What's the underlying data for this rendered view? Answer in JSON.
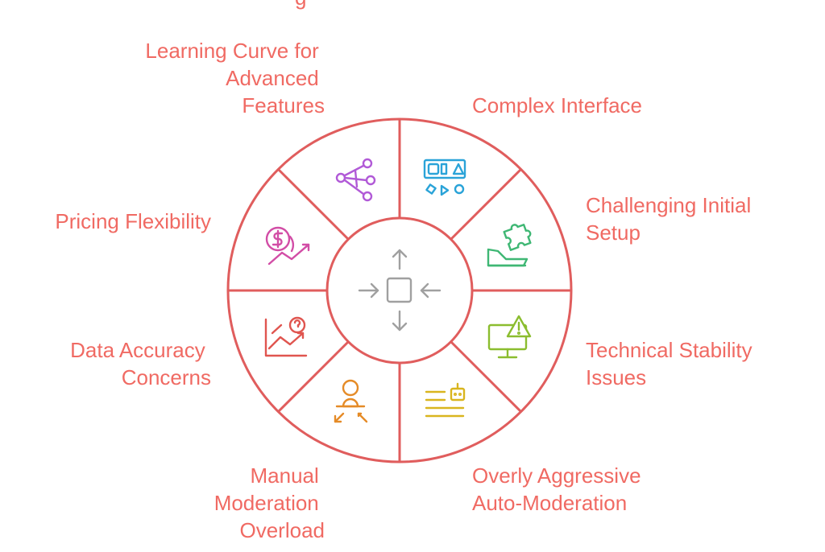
{
  "title_partial": "g",
  "colors": {
    "wheel": "#e05d5d",
    "label": "#f06a63",
    "center_icon": "#a0a0a0"
  },
  "center": {
    "icon": "arrows-converging-to-square-icon"
  },
  "segments": [
    {
      "id": "learning-curve",
      "label_lines": [
        "Learning Curve for",
        "Advanced",
        "Features"
      ],
      "icon": "network-share-icon",
      "color": "#b15ad7"
    },
    {
      "id": "complex-interface",
      "label_lines": [
        "Complex Interface"
      ],
      "icon": "shapes-panel-icon",
      "color": "#2aa3d8"
    },
    {
      "id": "initial-setup",
      "label_lines": [
        "Challenging Initial",
        "Setup"
      ],
      "icon": "puzzle-hand-icon",
      "color": "#3fb774"
    },
    {
      "id": "technical-stability",
      "label_lines": [
        "Technical Stability",
        "Issues"
      ],
      "icon": "monitor-warning-icon",
      "color": "#8bbd2f"
    },
    {
      "id": "auto-moderation",
      "label_lines": [
        "Overly Aggressive",
        "Auto-Moderation"
      ],
      "icon": "bot-text-icon",
      "color": "#d9b51e"
    },
    {
      "id": "manual-moderation",
      "label_lines": [
        "Manual",
        "Moderation",
        "Overload"
      ],
      "icon": "person-pressure-icon",
      "color": "#e58b27"
    },
    {
      "id": "data-accuracy",
      "label_lines": [
        "Data Accuracy",
        "Concerns"
      ],
      "icon": "chart-question-icon",
      "color": "#e0554f"
    },
    {
      "id": "pricing-flexibility",
      "label_lines": [
        "Pricing Flexibility"
      ],
      "icon": "dollar-growth-icon",
      "color": "#d24da6"
    }
  ]
}
